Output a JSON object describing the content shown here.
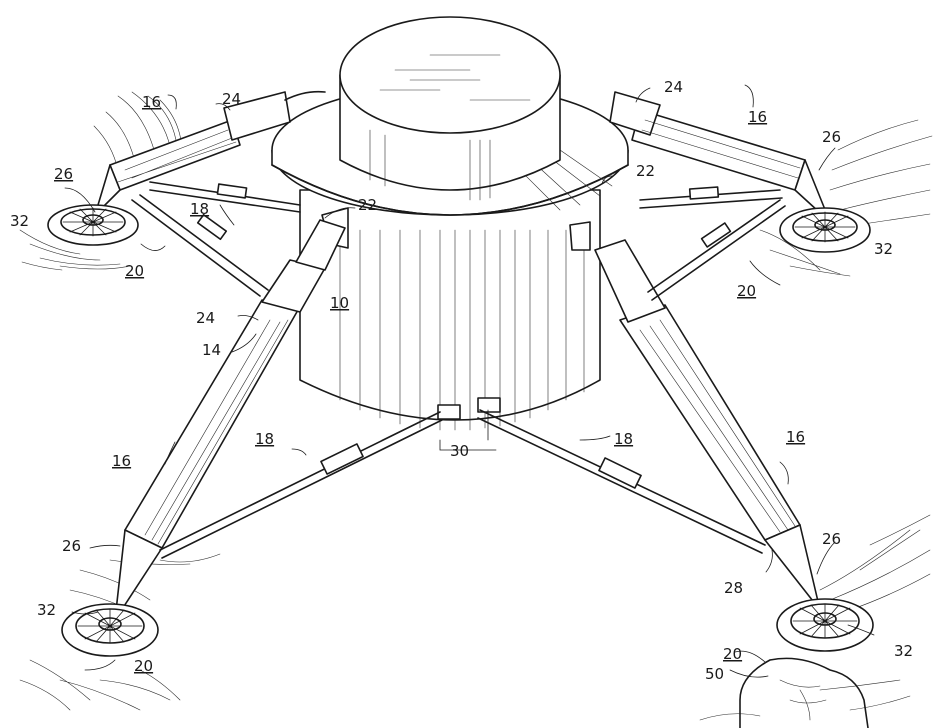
{
  "figure": {
    "labels": [
      {
        "key": "body",
        "text": "10",
        "underlined": true
      },
      {
        "key": "leg-14",
        "text": "14",
        "underlined": false
      },
      {
        "key": "leg-16-topleft",
        "text": "16",
        "underlined": true
      },
      {
        "key": "leg-16-topright",
        "text": "16",
        "underlined": true
      },
      {
        "key": "leg-16-bottomleft",
        "text": "16",
        "underlined": true
      },
      {
        "key": "leg-16-bottomright",
        "text": "16",
        "underlined": true
      },
      {
        "key": "strut-18-topleft",
        "text": "18",
        "underlined": true
      },
      {
        "key": "strut-18-front",
        "text": "18",
        "underlined": true
      },
      {
        "key": "strut-18-right",
        "text": "18",
        "underlined": true
      },
      {
        "key": "foot-20-topleft",
        "text": "20",
        "underlined": true
      },
      {
        "key": "foot-20-right",
        "text": "20",
        "underlined": true
      },
      {
        "key": "foot-20-bottomleft",
        "text": "20",
        "underlined": true
      },
      {
        "key": "foot-20-bottomright",
        "text": "20",
        "underlined": true
      },
      {
        "key": "mount-22-left",
        "text": "22",
        "underlined": false
      },
      {
        "key": "mount-22-right",
        "text": "22",
        "underlined": false
      },
      {
        "key": "shock-24-topleft",
        "text": "24",
        "underlined": false
      },
      {
        "key": "shock-24-topright",
        "text": "24",
        "underlined": false
      },
      {
        "key": "shock-24-front",
        "text": "24",
        "underlined": false
      },
      {
        "key": "cone-26-topleft",
        "text": "26",
        "underlined": true
      },
      {
        "key": "cone-26-topright",
        "text": "26",
        "underlined": false
      },
      {
        "key": "cone-26-bottomleft",
        "text": "26",
        "underlined": false
      },
      {
        "key": "cone-26-bottomright",
        "text": "26",
        "underlined": false
      },
      {
        "key": "point-28",
        "text": "28",
        "underlined": false
      },
      {
        "key": "center-30",
        "text": "30",
        "underlined": false
      },
      {
        "key": "pad-32-topleft",
        "text": "32",
        "underlined": false
      },
      {
        "key": "pad-32-topright",
        "text": "32",
        "underlined": false
      },
      {
        "key": "pad-32-bottomleft",
        "text": "32",
        "underlined": false
      },
      {
        "key": "pad-32-bottomright",
        "text": "32",
        "underlined": false
      },
      {
        "key": "rock-50",
        "text": "50",
        "underlined": false
      }
    ]
  }
}
